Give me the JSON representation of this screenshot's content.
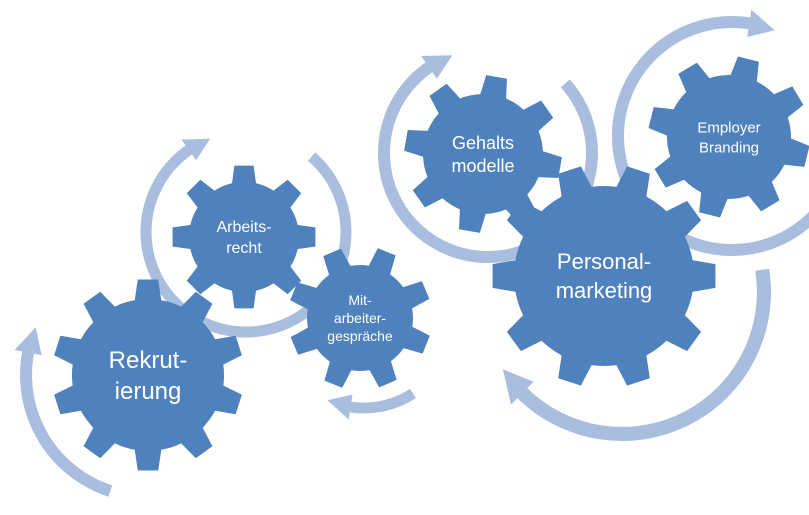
{
  "colors": {
    "gear_fill": "#4f81bd",
    "arrow_fill": "#a9bedf",
    "label_text": "#ffffff",
    "background": "#ffffff"
  },
  "gears": [
    {
      "id": "rekrutierung",
      "lines": [
        "Rekrut-",
        "ierung"
      ]
    },
    {
      "id": "arbeitsrecht",
      "lines": [
        "Arbeits-",
        "recht"
      ]
    },
    {
      "id": "mitarbeitergespraeche",
      "lines": [
        "Mit-",
        "arbeiter-",
        "gespräche"
      ]
    },
    {
      "id": "gehaltsmodelle",
      "lines": [
        "Gehalts",
        "modelle"
      ]
    },
    {
      "id": "personalmarketing",
      "lines": [
        "Personal-",
        "marketing"
      ]
    },
    {
      "id": "employer-branding",
      "lines": [
        "Employer",
        "Branding"
      ]
    }
  ]
}
